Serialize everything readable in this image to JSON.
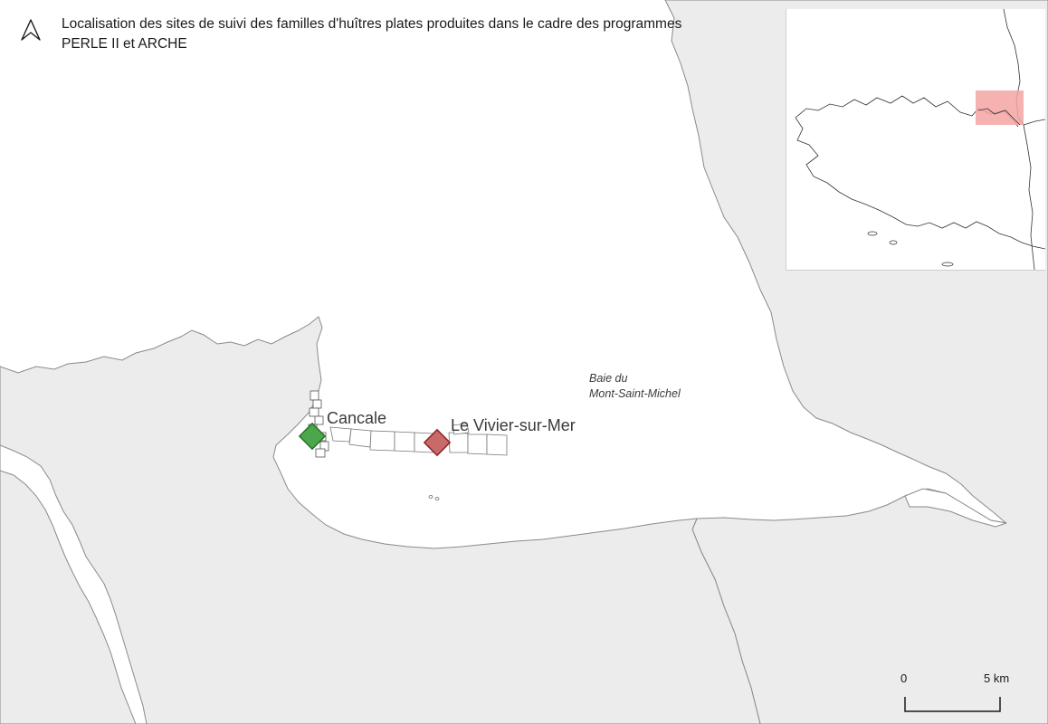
{
  "map": {
    "title": "Localisation des sites de suivi des familles d'huîtres plates produites dans le cadre des programmes PERLE II et ARCHE",
    "bay_label_line1": "Baie du",
    "bay_label_line2": "Mont-Saint-Michel",
    "sites": [
      {
        "name": "Cancale",
        "color": "#4aa84a",
        "stroke": "#2c6e2c"
      },
      {
        "name": "Le Vivier-sur-Mer",
        "color": "#c96a6a",
        "stroke": "#8c2222"
      }
    ],
    "scale": {
      "start_label": "0",
      "end_label": "5 km"
    },
    "colors": {
      "land": "#ececec",
      "sea": "#ffffff",
      "coast": "#8a8a8a",
      "inset_highlight": "#f5a3a3"
    },
    "north_arrow": "north-arrow-icon"
  }
}
